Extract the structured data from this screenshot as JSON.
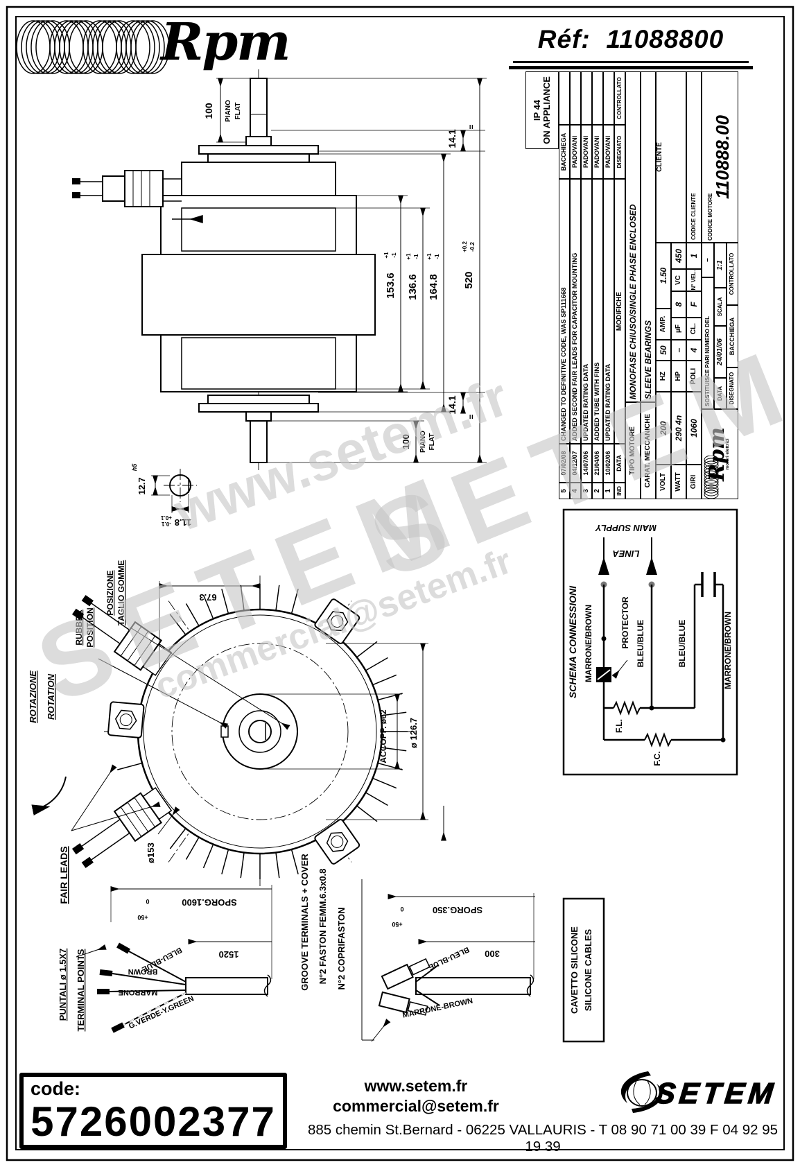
{
  "header": {
    "brand": "Rpm",
    "ref_label": "Réf:",
    "ref_value": "11088800"
  },
  "watermarks": {
    "setem": "SETEM",
    "url": "www.setem.fr",
    "email": "commercial@setem.fr"
  },
  "title_block": {
    "ip_line1": "IP 44",
    "ip_line2": "ON APPLIANCE",
    "revisions": [
      {
        "ind": "5",
        "date": "07/02/08",
        "desc": "CHANGED TO DEFINITIVE CODE, WAS SP111668",
        "name": "BACCHIEGA"
      },
      {
        "ind": "4",
        "date": "04/12/07",
        "desc": "ADDED SECOND FAIR LEADS FOR CAPACITOR MOUNTING",
        "name": "PADOVANI"
      },
      {
        "ind": "3",
        "date": "14/07/06",
        "desc": "UPDATED RATING DATA",
        "name": "PADOVANI"
      },
      {
        "ind": "2",
        "date": "21/04/06",
        "desc": "ADDED TUBE WITH FINS",
        "name": "PADOVANI"
      },
      {
        "ind": "1",
        "date": "10/02/06",
        "desc": "UPDATED RATING DATA",
        "name": "PADOVANI"
      }
    ],
    "rev_header": {
      "ind": "IND",
      "date": "DATA",
      "modifiche": "MODIFICHE",
      "disegnato": "DISEGNATO",
      "controllato": "CONTROLLATO"
    },
    "tipo_label": "TIPO MOTORE",
    "tipo_value": "MONOFASE CHIUSO/SINGLE PHASE ENCLOSED",
    "carat_label": "CARAT. MECCANICHE",
    "carat_value": "SLEEVE BEARINGS",
    "specs": {
      "volt_label": "VOLT",
      "volt": "200",
      "hz_label": "HZ",
      "hz": "50",
      "amp_label": "AMP.",
      "amp": "1.50",
      "watt_label": "WATT",
      "watt": "290 4n",
      "hp_label": "HP",
      "hp": "–",
      "uf_label": "µF",
      "uf": "8",
      "vc_label": "VC",
      "vc": "450",
      "giri_label": "GIRI",
      "giri": "1060",
      "poli_label": "POLI",
      "poli": "4",
      "cl_label": "CL.",
      "cl": "F",
      "nvel_label": "N° VEL.",
      "nvel": "1"
    },
    "cliente_label": "CLIENTE",
    "codice_cliente_label": "CODICE CLIENTE",
    "codice_motore_label": "CODICE MOTORE",
    "codice_motore": "110888.00",
    "logo_text": "Rpm",
    "logo_sub": "motori elettrici",
    "sostituisce_label": "SOSTITUISCE PARI NUMERO DEL",
    "sostituisce_value": "–",
    "data_label": "DATA",
    "data_value": "24/01/06",
    "scala_label": "SCALA",
    "scala_value": "1:1",
    "disegnato_label": "DISEGNATO",
    "disegnato_value": "BACCHIEGA",
    "controllato_label": "CONTROLLATO"
  },
  "schema": {
    "title": "SCHEMA CONNESSIONI",
    "main_supply": "MAIN SUPPLY",
    "linea": "LINEA",
    "wire1": "MARRONE/BROWN",
    "protector": "PROTECTOR",
    "wire2": "BLEU/BLUE",
    "wire3": "BLEU/BLUE",
    "wire4": "MARRONE/BROWN",
    "fl": "F.L.",
    "fc": "F.C."
  },
  "side_view": {
    "dim_100_top": "100",
    "piano_top": "PIANO",
    "flat_top": "FLAT",
    "dim_141_top": "14.1",
    "eq_top": "=",
    "dim_1536": "153.6",
    "dim_1366": "136.6",
    "dim_1648": "164.8",
    "dim_520": "520",
    "tol_p1": "+1",
    "tol_m1": "-1",
    "tol_p02": "+0.2",
    "tol_m02": "-0.2",
    "dim_141_bot": "14.1",
    "eq_bot": "=",
    "dim_100_bot": "100",
    "piano_bot": "PIANO",
    "flat_bot": "FLAT"
  },
  "shaft_detail": {
    "dim_127": "12.7",
    "h5": "h5",
    "dim_118": "11.8",
    "tol_p01": "+0.1",
    "tol_m01": "-0.1"
  },
  "front_view": {
    "rotazione": "ROTAZIONE",
    "rotation": "ROTATION",
    "rubber1": "RUBBER",
    "rubber2": "POSITION",
    "posizione1": "POSIZIONE",
    "posizione2": "TAGLIO GOMME",
    "dim_673": "67.3",
    "accopp": "ACCOPP. ø62",
    "dim_1267": "ø 126.7",
    "dim_153": "ø153",
    "fair_leads": "FAIR LEADS"
  },
  "leads_left": {
    "sporg": "SPORG.1600",
    "tol_p50": "+50",
    "tol_0": "0",
    "dim": "1520",
    "wire_blue": "BLEU-BLUE",
    "wire_brown": "BROWN",
    "wire_marrone": "MARRONE",
    "wire_green": "G.VERDE-Y.GREEN",
    "puntali": "PUNTALI ø 1.5X7",
    "terminal": "TERMINAL POINTS"
  },
  "leads_right": {
    "sporg": "SPORG.350",
    "tol_p50": "+50",
    "tol_0": "0",
    "dim": "300",
    "wire_blue": "BLEU-BLUE",
    "wire_brown": "MARRONE-BROWN",
    "groove": "GROOVE TERMINALS + COVER",
    "faston": "N°2 FASTON FEMM.6.3x0.8",
    "copri": "N°2 COPRIFASTON"
  },
  "cavetto": {
    "line1": "CAVETTO SILICONE",
    "line2": "SILICONE CABLES"
  },
  "footer": {
    "code_label": "code:",
    "code_value": "5726002377",
    "site": "www.setem.fr",
    "email": "commercial@setem.fr",
    "brand": "SETEM",
    "address": "885 chemin St.Bernard  -  06225 VALLAURIS  -  T 08 90 71 00 39   F 04 92 95 19 39"
  }
}
